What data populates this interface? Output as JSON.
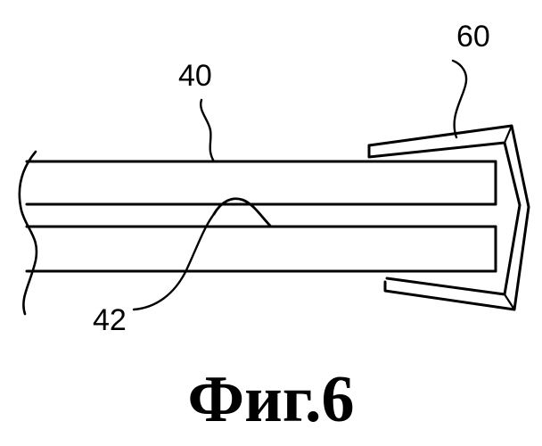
{
  "figure": {
    "caption": "Фиг.6",
    "labels": {
      "ref_40": "40",
      "ref_42": "42",
      "ref_60": "60"
    },
    "colors": {
      "ink": "#000000",
      "paper": "#ffffff"
    }
  }
}
